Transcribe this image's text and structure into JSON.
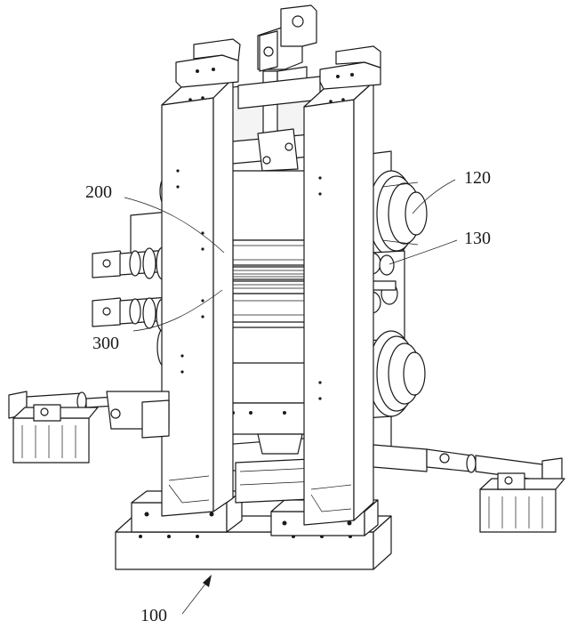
{
  "labels": {
    "ref_120": "120",
    "ref_130": "130",
    "ref_200": "200",
    "ref_300": "300",
    "ref_100": "100"
  }
}
